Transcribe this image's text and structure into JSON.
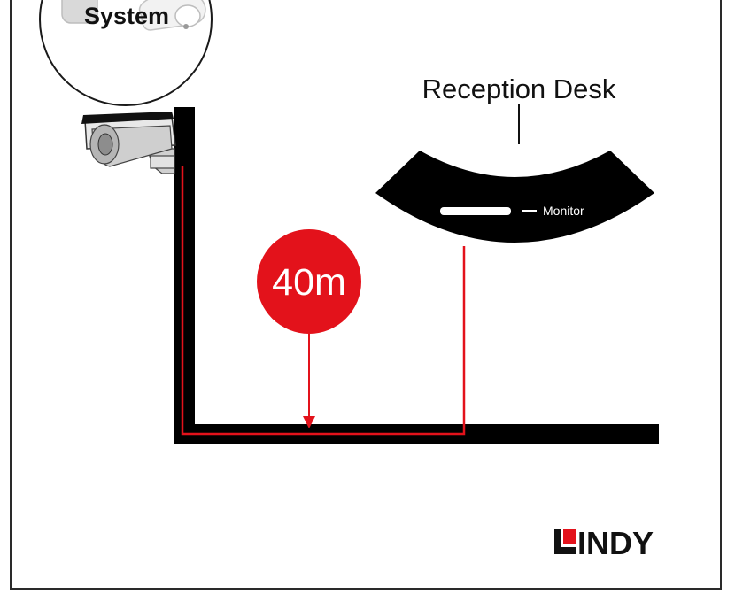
{
  "badge": {
    "label": "System",
    "icon": "camera-system-icon"
  },
  "desk": {
    "label": "Reception Desk",
    "monitor_label": "Monitor"
  },
  "distance": {
    "label": "40m",
    "color": "#e3121b"
  },
  "cable": {
    "color": "#e3121b"
  },
  "wall": {
    "color": "#000000"
  },
  "brand": {
    "name_rest": "INDY",
    "logo_icon": "lindy-l-logo-icon",
    "accent": "#e3121b"
  },
  "camera": {
    "icon": "cctv-camera-icon"
  }
}
